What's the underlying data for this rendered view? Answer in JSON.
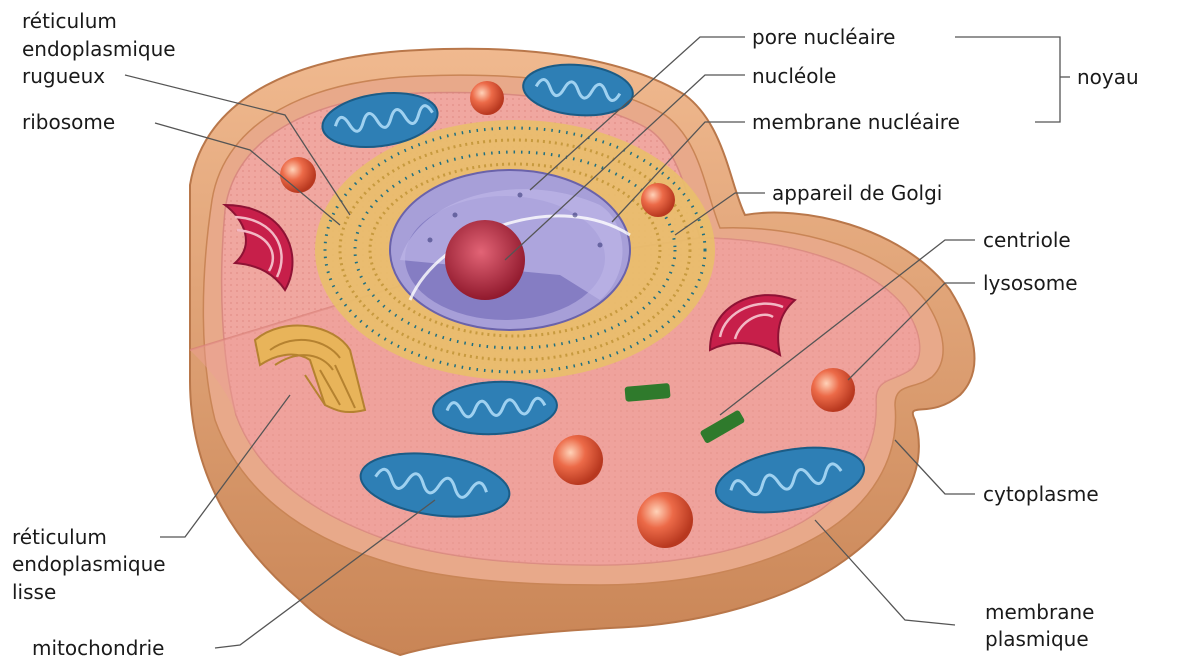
{
  "diagram": {
    "colors": {
      "outer_membrane": "#e2a377",
      "outer_membrane_dark": "#c98556",
      "cytoplasm": "#f0a7a0",
      "cytoplasm_dark": "#e0847d",
      "nucleus": "#8f88c9",
      "nucleolus": "#b8283e",
      "mitochondria": "#2e7fb5",
      "golgi": "#c71f4a",
      "reticulum": "#e3b35a",
      "lysosome": "#e0543a",
      "centriole": "#2f7a2c",
      "leader_line": "#555555"
    },
    "labels": {
      "reticulum_rugueux": [
        "réticulum",
        "endoplasmique",
        "rugueux"
      ],
      "ribosome": "ribosome",
      "pore_nucleaire": "pore nucléaire",
      "nucleole": "nucléole",
      "membrane_nucleaire": "membrane nucléaire",
      "noyau": "noyau",
      "appareil_golgi": "appareil de Golgi",
      "centriole": "centriole",
      "lysosome": "lysosome",
      "cytoplasme": "cytoplasme",
      "reticulum_lisse": [
        "réticulum",
        "endoplasmique",
        "lisse"
      ],
      "mitochondrie": "mitochondrie",
      "membrane_plasmique": [
        "membrane",
        "plasmique"
      ]
    }
  }
}
